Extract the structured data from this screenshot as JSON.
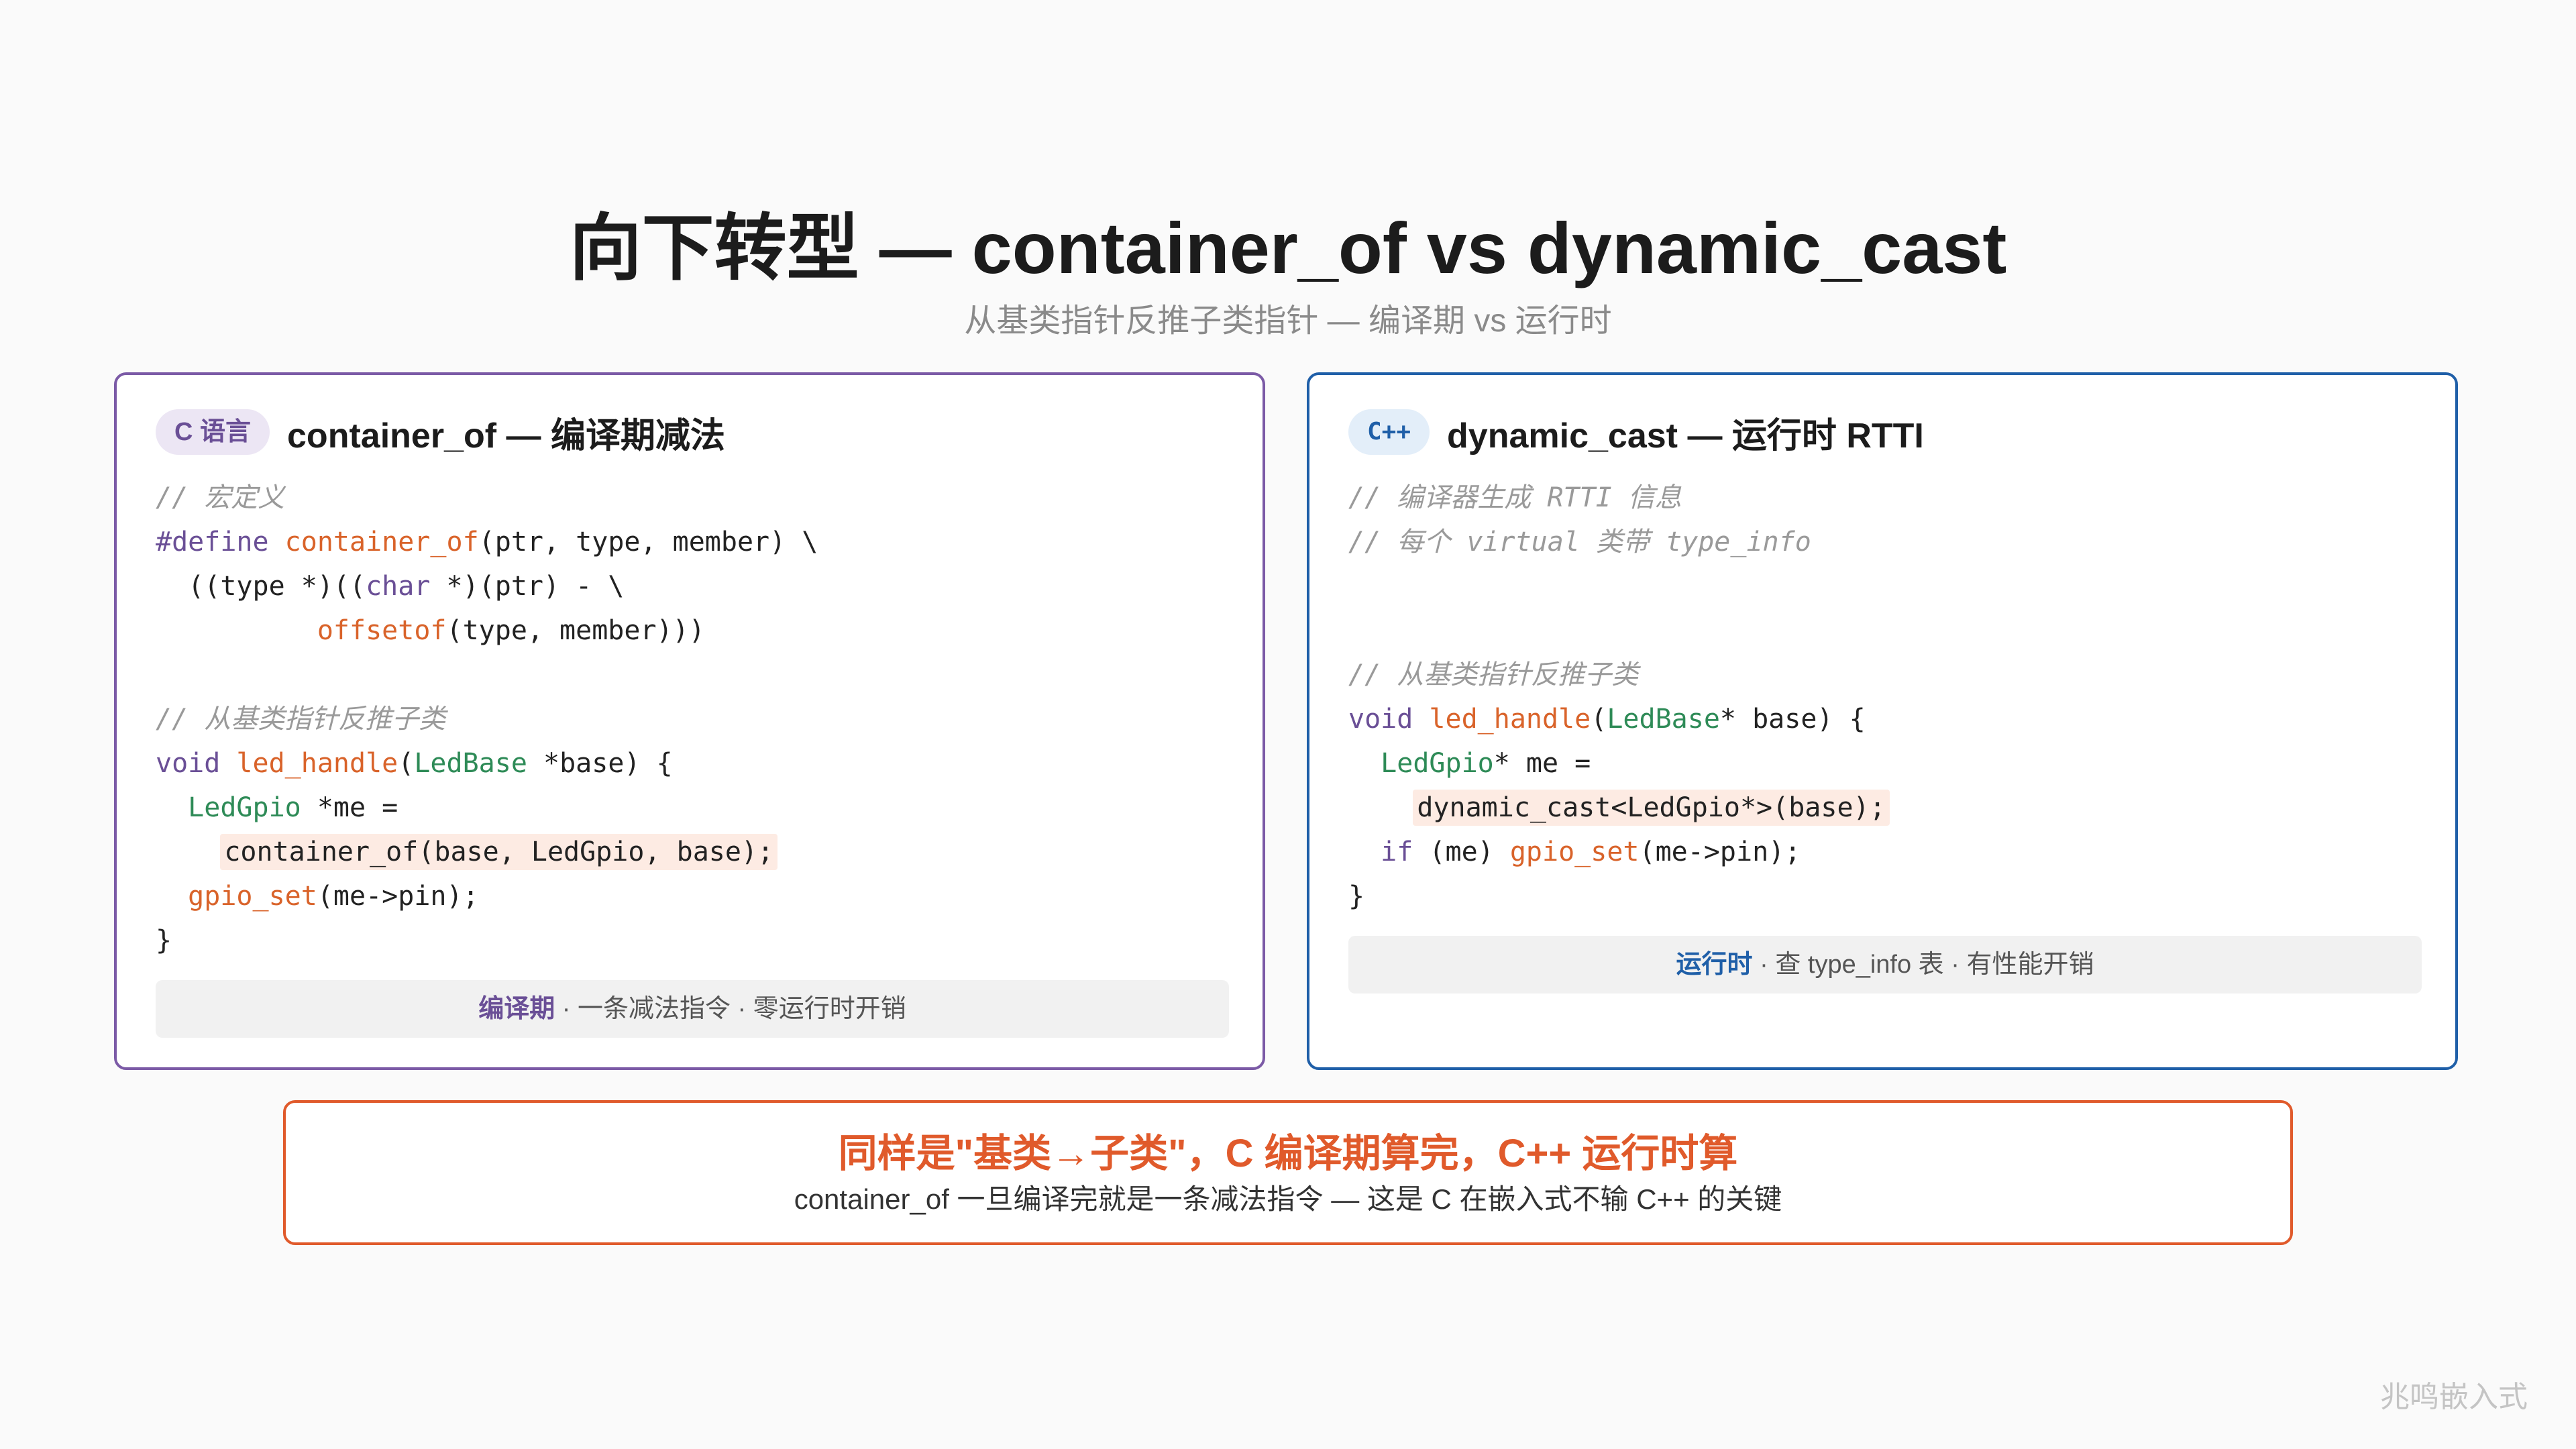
{
  "header": {
    "title": "向下转型 — container_of vs dynamic_cast",
    "subtitle": "从基类指针反推子类指针 — 编译期 vs 运行时"
  },
  "left_panel": {
    "tag": "C 语言",
    "title": "container_of — 编译期减法",
    "code": {
      "l1": "// 宏定义",
      "l2_kw": "#define",
      "l2_fn": "container_of",
      "l2_rest": "(ptr, type, member) \\",
      "l3_a": "  ((type *)((",
      "l3_kw": "char",
      "l3_b": " *)(ptr) - \\",
      "l4_indent": "          ",
      "l4_fn": "offsetof",
      "l4_rest": "(type, member)))",
      "l6": "// 从基类指针反推子类",
      "l7_kw": "void",
      "l7_fn": "led_handle",
      "l7_ty": "LedBase",
      "l7_rest": " *base) {",
      "l8_ty": "LedGpio",
      "l8_rest": " *me =",
      "l9": "container_of(base, LedGpio, base);",
      "l10_fn": "gpio_set",
      "l10_rest": "(me->pin);",
      "l11": "}"
    },
    "note_strong": "编译期",
    "note_text": " · 一条减法指令 · 零运行时开销"
  },
  "right_panel": {
    "tag": "C++",
    "title": "dynamic_cast — 运行时 RTTI",
    "code": {
      "l1": "// 编译器生成 RTTI 信息",
      "l2": "// 每个 virtual 类带 type_info",
      "l5": "// 从基类指针反推子类",
      "l6_kw": "void",
      "l6_fn": "led_handle",
      "l6_ty": "LedBase",
      "l6_rest": "* base) {",
      "l7_ty": "LedGpio",
      "l7_rest": "* me =",
      "l8": "dynamic_cast<LedGpio*>(base);",
      "l9_kw": "if",
      "l9_mid": " (me) ",
      "l9_fn": "gpio_set",
      "l9_rest": "(me->pin);",
      "l10": "}"
    },
    "note_strong": "运行时",
    "note_text": " · 查 type_info 表 · 有性能开销"
  },
  "callout": {
    "title": "同样是\"基类→子类\"，C 编译期算完，C++ 运行时算",
    "text": "container_of 一旦编译完就是一条减法指令 — 这是 C 在嵌入式不输 C++ 的关键"
  },
  "watermark": "兆鸣嵌入式",
  "colors": {
    "c_accent": "#7b5aa6",
    "cpp_accent": "#1f5fa8",
    "callout_accent": "#e05a2b",
    "function": "#d9632a",
    "type": "#2e8b57"
  }
}
